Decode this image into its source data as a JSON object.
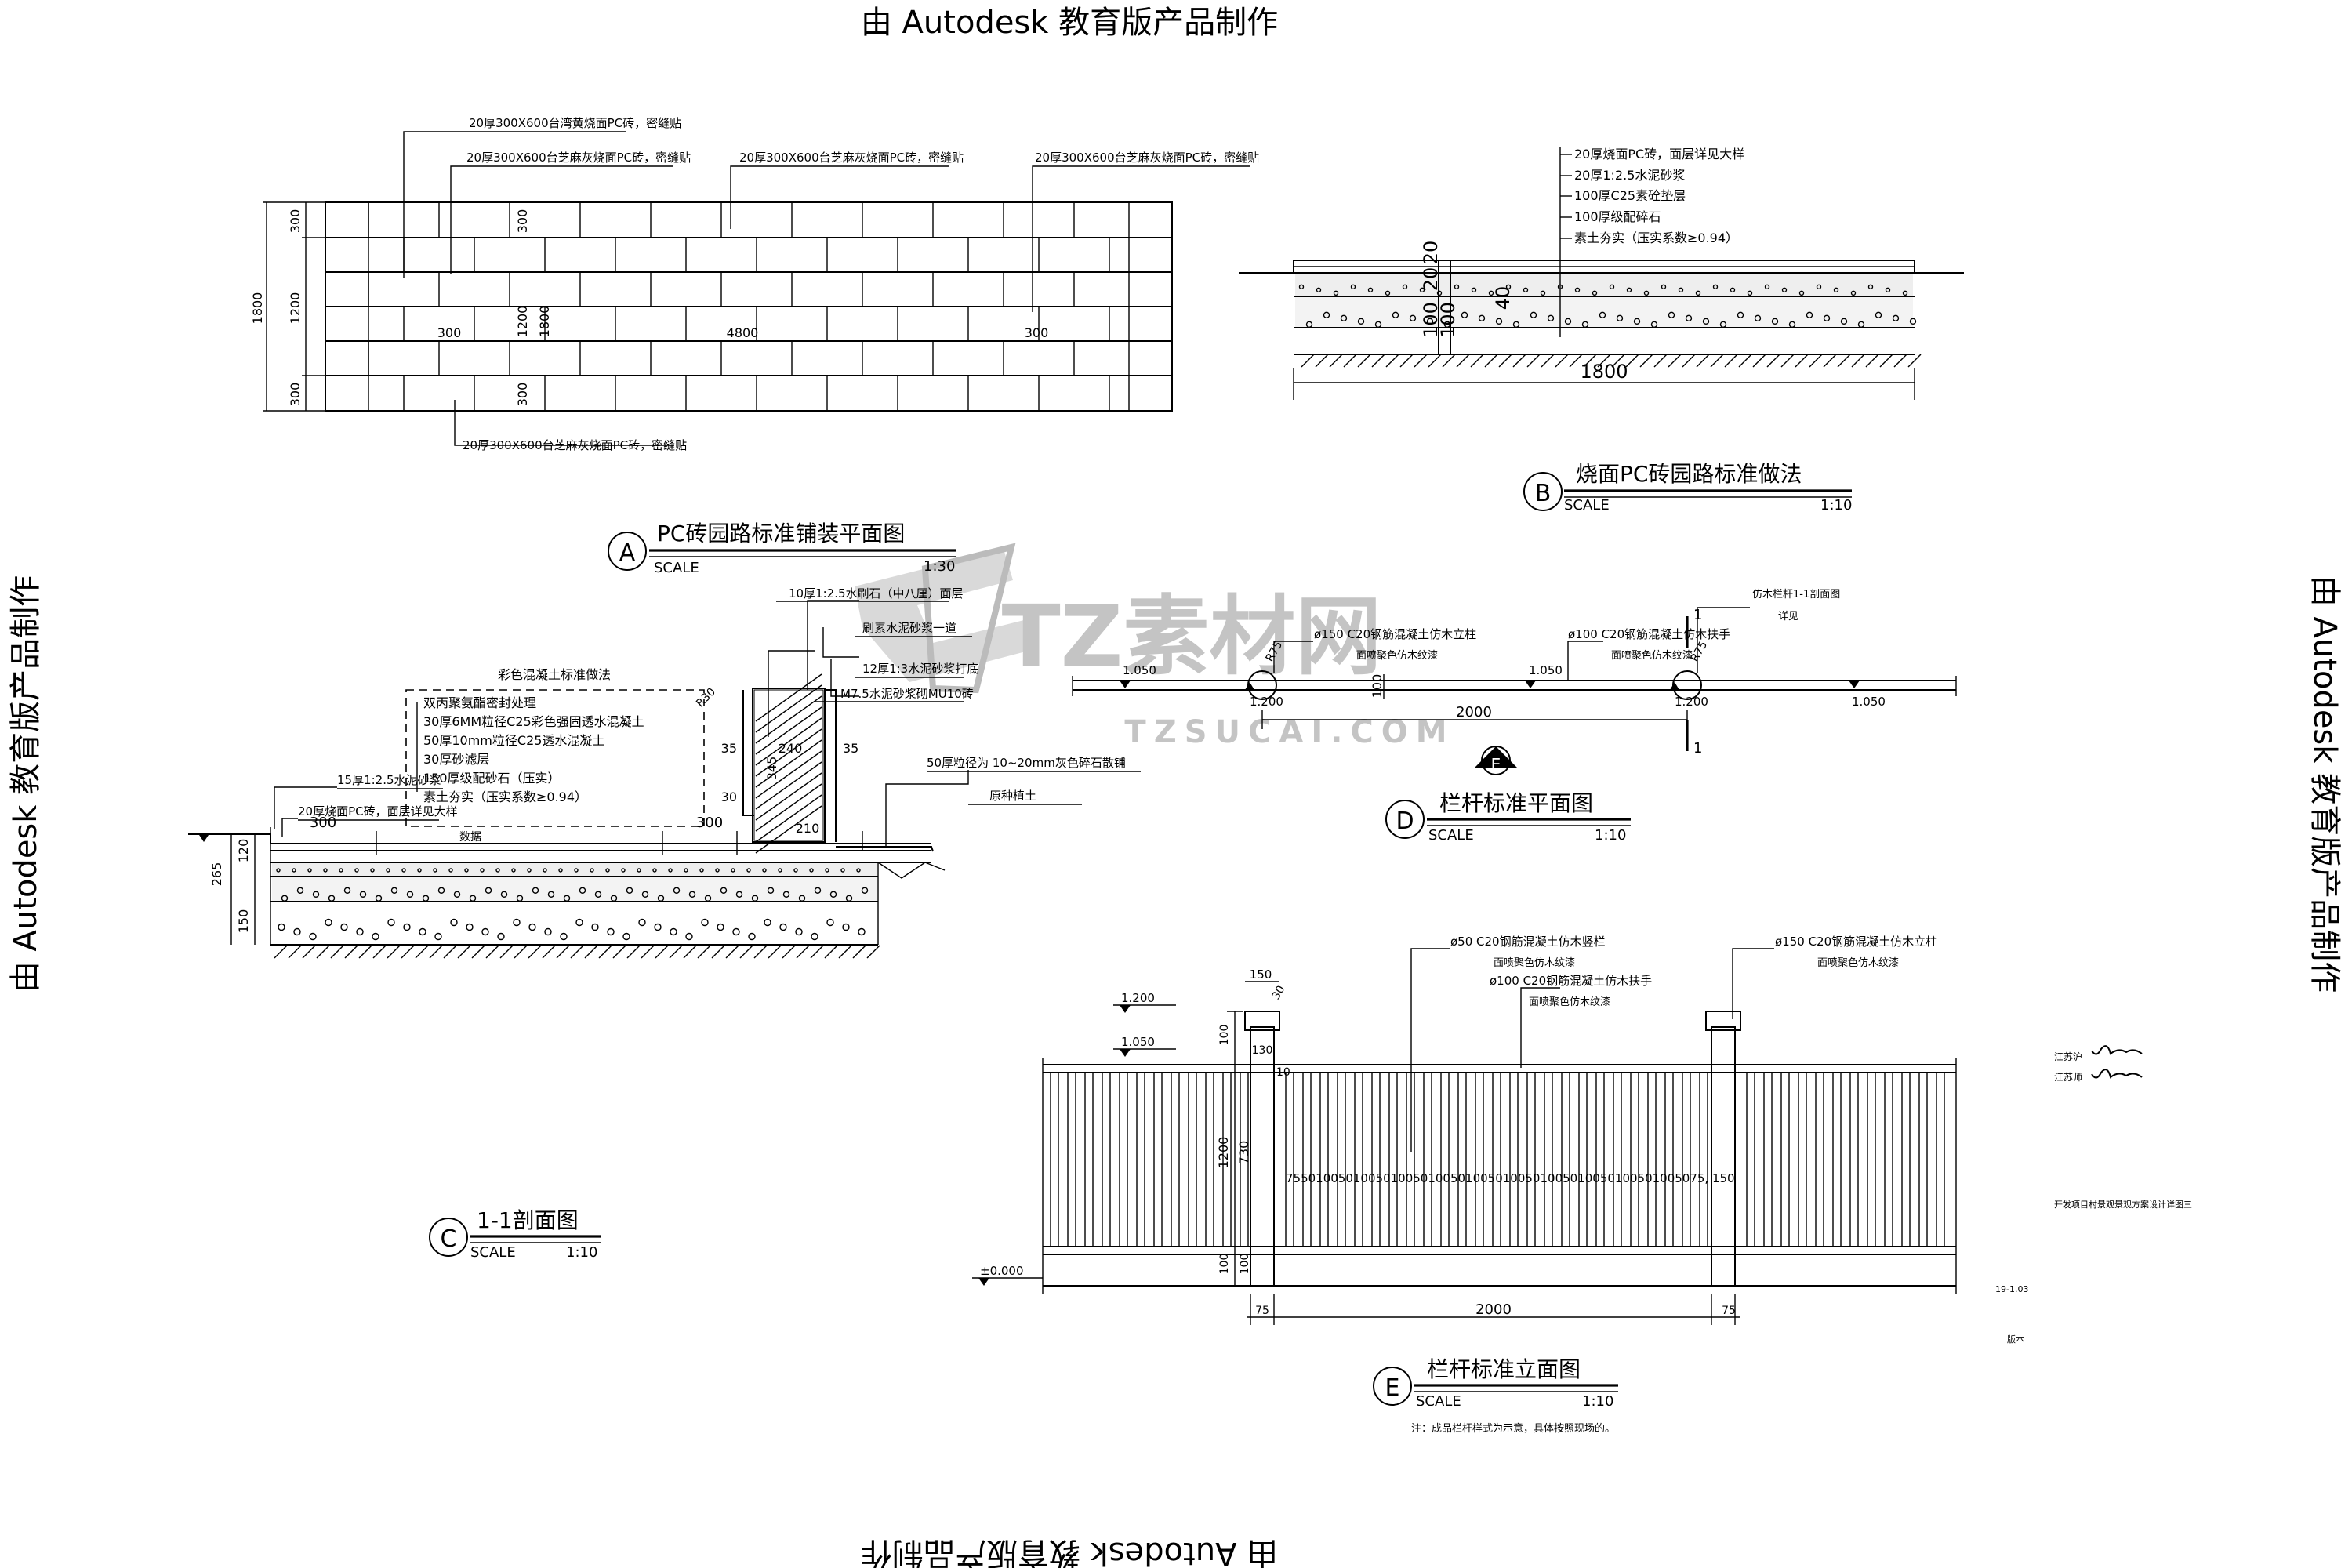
{
  "watermark": {
    "top": "由 Autodesk 教育版产品制作",
    "bottom": "由 Autodesk 教育版产品制作",
    "left": "由 Autodesk 教育版产品制作",
    "right": "由 Autodesk 教育版产品制作"
  },
  "site_logo": {
    "main": "TZ素材网",
    "sub": "TZSUCAI.COM"
  },
  "drawing_A": {
    "marker": "A",
    "title": "PC砖园路标准铺装平面图",
    "scale_label": "SCALE",
    "scale": "1:30",
    "callouts": [
      "20厚300X600台湾黄烧面PC砖，密缝贴",
      "20厚300X600台芝麻灰烧面PC砖，密缝贴",
      "20厚300X600台芝麻灰烧面PC砖，密缝贴",
      "20厚300X600台芝麻灰烧面PC砖，密缝贴",
      "20厚300X600台芝麻灰烧面PC砖，密缝贴"
    ],
    "dims": [
      "300",
      "1200",
      "300",
      "1800",
      "300",
      "1200",
      "300",
      "1800",
      "300",
      "4800",
      "300"
    ]
  },
  "drawing_B": {
    "marker": "B",
    "title": "烧面PC砖园路标准做法",
    "scale_label": "SCALE",
    "scale": "1:10",
    "layers": [
      "20厚烧面PC砖，面层详见大样",
      "20厚1:2.5水泥砂浆",
      "100厚C25素砼垫层",
      "100厚级配碎石",
      "素土夯实（压实系数≥0.94）"
    ],
    "dims": [
      "20",
      "20",
      "40",
      "100",
      "100",
      "1800"
    ]
  },
  "drawing_C": {
    "marker": "C",
    "title": "1-1剖面图",
    "scale_label": "SCALE",
    "scale": "1:10",
    "box_title": "彩色混凝土标准做法",
    "box_layers": [
      "双丙聚氨酯密封处理",
      "30厚6MM粒径C25彩色强固透水混凝土",
      "50厚10mm粒径C25透水混凝土",
      "30厚砂滤层",
      "150厚级配砂石（压实）",
      "素土夯实（压实系数≥0.94）"
    ],
    "callouts": [
      "10厚1:2.5水刷石（中八厘）面层",
      "刷素水泥砂浆一道",
      "12厚1:3水泥砂浆打底",
      "M7.5水泥砂浆砌MU10砖",
      "15厚1:2.5水泥砂浆",
      "20厚烧面PC砖，面层详见大样",
      "50厚粒径为 10~20mm灰色碎石散铺",
      "原种植土"
    ],
    "dims": [
      "R30",
      "35",
      "240",
      "35",
      "30",
      "345",
      "210",
      "300",
      "300",
      "120",
      "265",
      "150"
    ],
    "mid_label": "数据"
  },
  "drawing_D": {
    "marker": "D",
    "title": "栏杆标准平面图",
    "scale_label": "SCALE",
    "scale": "1:10",
    "callouts": [
      "ø150 C20钢筋混凝土仿木立柱",
      "面喷聚色仿木纹漆",
      "ø100 C20钢筋混凝土仿木扶手",
      "面喷聚色仿木纹漆",
      "仿木栏杆1-1剖面图",
      "详见"
    ],
    "levels": [
      "1.050",
      "1.200",
      "1.050",
      "1.200",
      "1.050"
    ],
    "dims": [
      "2000",
      "100",
      "R75",
      "R75"
    ],
    "section_mark": "1"
  },
  "drawing_E": {
    "marker": "E",
    "title": "栏杆标准立面图",
    "scale_label": "SCALE",
    "scale": "1:10",
    "callouts": [
      "ø50 C20钢筋混凝土仿木竖栏",
      "面喷聚色仿木纹漆",
      "ø100 C20钢筋混凝土仿木扶手",
      "面喷聚色仿木纹漆",
      "ø150 C20钢筋混凝土仿木立柱",
      "面喷聚色仿木纹漆"
    ],
    "levels": [
      "1.200",
      "1.050",
      "±0.000"
    ],
    "dims": [
      "150",
      "30",
      "130",
      "100",
      "1200",
      "730",
      "100",
      "100",
      "75",
      "2000",
      "75",
      "10"
    ],
    "spacing": "75501005010050100501005010050100501005010050100501005075, 150",
    "note": "注：成品栏杆样式为示意，具体按照现场的。"
  },
  "titleblock": {
    "sign1_label": "江苏沪",
    "sign2_label": "江苏师",
    "sheet_name": "开发项目村景观景观方案设计详图三",
    "sheet_no": "19-1.03",
    "remark": "版本"
  }
}
